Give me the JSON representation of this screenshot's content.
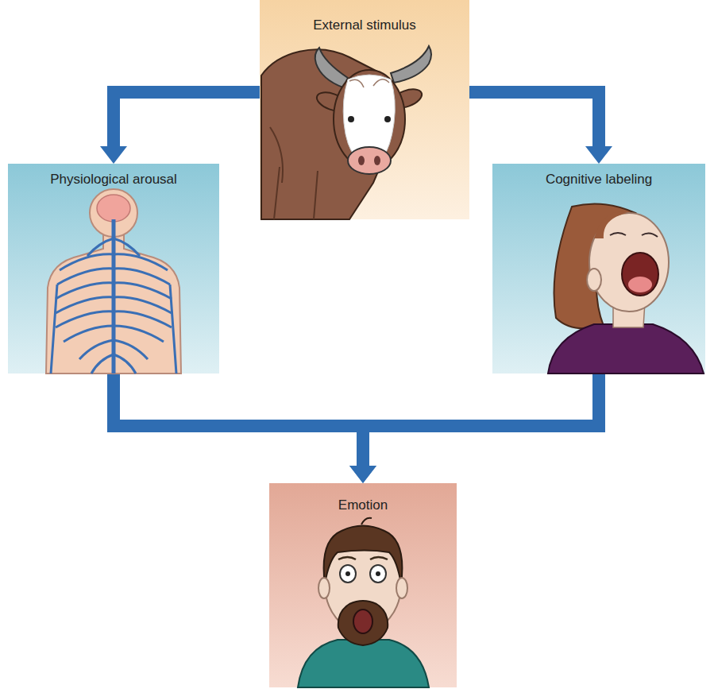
{
  "diagram": {
    "nodes": [
      {
        "text": [
          "External stimulus"
        ]
      },
      {
        "text": [
          "Physiological arousal"
        ]
      },
      {
        "text": [
          "Cognitive labeling"
        ]
      },
      {
        "text": [
          "Emotion"
        ]
      }
    ],
    "edges": [
      {
        "from": 0,
        "to": 1,
        "arrow": "to"
      },
      {
        "from": 0,
        "to": 2,
        "arrow": "to"
      },
      {
        "from": 1,
        "to": 3,
        "arrow": "to"
      },
      {
        "from": 2,
        "to": 3,
        "arrow": "to"
      }
    ]
  }
}
